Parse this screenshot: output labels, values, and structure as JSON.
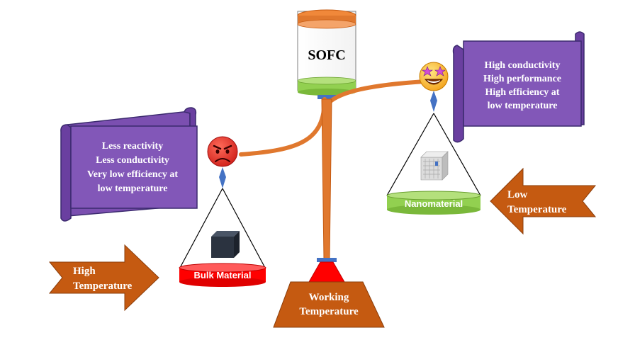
{
  "top_label": "SOFC",
  "left_scroll": {
    "lines": [
      "Less reactivity",
      "Less conductivity",
      "Very low efficiency at",
      "low temperature"
    ]
  },
  "right_scroll": {
    "lines": [
      "High conductivity",
      "High performance",
      "High efficiency at",
      "low temperature"
    ]
  },
  "left_pan_label": "Bulk Material",
  "right_pan_label": "Nanomaterial",
  "base_label": {
    "line1": "Working",
    "line2": "Temperature"
  },
  "left_arrow": {
    "line1": "High",
    "line2": "Temperature"
  },
  "right_arrow": {
    "line1": "Low",
    "line2": "Temperature"
  },
  "colors": {
    "orange": "#e0782e",
    "dark_orange": "#c55a11",
    "purple": "#7b4fb0",
    "scroll_border": "#3b2a6e",
    "green": "#92d050",
    "red": "#ff0000",
    "blue": "#4472c4"
  },
  "icons": {
    "left_face": "angry-face-icon",
    "right_face": "star-struck-face-icon",
    "left_object": "cube-icon",
    "right_object": "nanostructure-cube-icon"
  }
}
